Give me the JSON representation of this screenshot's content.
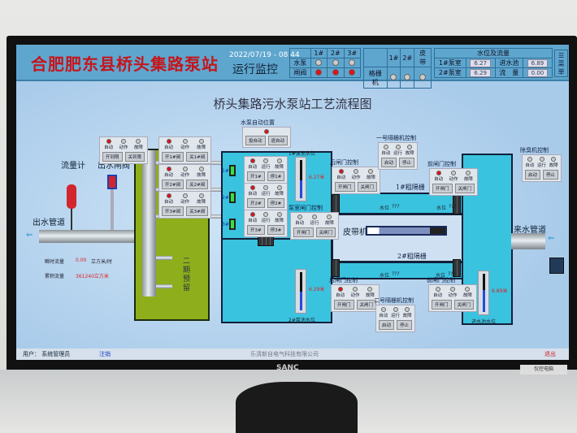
{
  "header": {
    "title": "合肥肥东县桥头集路泵站",
    "datetime": "2022/07/19 - 08  44",
    "mode": "运行监控"
  },
  "pump_table": {
    "cols": [
      "1#",
      "2#",
      "3#"
    ],
    "row_pump": "水泵",
    "row_valve": "闸阀",
    "pump_lamps": [
      false,
      false,
      false
    ],
    "valve_lamps": [
      true,
      true,
      true
    ]
  },
  "grille_table": {
    "cols": [
      "1#",
      "2#",
      "皮带"
    ],
    "label": "格栅机",
    "lamps": [
      false,
      false,
      false
    ]
  },
  "level_table": {
    "title": "水位及流量",
    "p1_label": "1#泵室",
    "p1": "6.27",
    "p2_label": "2#泵室",
    "p2": "6.29",
    "inlet_label": "进水池",
    "inlet": "6.89",
    "flow_label": "流　量",
    "flow": "0.00",
    "unit": "米"
  },
  "menu": {
    "label": "菜单",
    "icon": "menu-icon"
  },
  "page_title": "桥头集路污水泵站工艺流程图",
  "labels": {
    "flowmeter": "流量计",
    "outlet_valve": "出水闸阀",
    "outlet_pipe": "出水管道",
    "inlet_pipe": "来水管道",
    "phase2": "二期预留",
    "belt": "皮带机",
    "grille1": "1#粗隔栅",
    "grille2": "2#粗隔栅",
    "pump1": "1#",
    "pump2": "2#",
    "pump3": "3#",
    "water_level": "水位",
    "unknown": "???"
  },
  "flow": {
    "instant_label": "瞬时流量",
    "instant_value": "0.00",
    "instant_unit": "立方米/时",
    "total_label": "累积流量",
    "total_value": "361240立方米"
  },
  "gauges": [
    {
      "label": "1#泵池水位",
      "value": "6.27米",
      "level": 0.45
    },
    {
      "label": "2#泵池水位",
      "value": "6.29米",
      "level": 0.46
    },
    {
      "label": "进水池水位",
      "value": "6.89米",
      "level": 0.55
    }
  ],
  "panels": [
    {
      "title": "",
      "lamps": [
        {
          "t": "自动",
          "on": true
        },
        {
          "t": "动作",
          "on": false
        },
        {
          "t": "故障",
          "on": false
        }
      ],
      "buttons": [
        "开到限",
        "关到限"
      ]
    },
    {
      "title": "",
      "lamps": [
        {
          "t": "自动",
          "on": true
        },
        {
          "t": "动作",
          "on": false
        },
        {
          "t": "故障",
          "on": false
        }
      ],
      "buttons": [
        "开1#阀",
        "关1#阀"
      ]
    },
    {
      "title": "",
      "lamps": [
        {
          "t": "自动",
          "on": true
        },
        {
          "t": "动作",
          "on": false
        },
        {
          "t": "故障",
          "on": false
        }
      ],
      "buttons": [
        "开2#阀",
        "关2#阀"
      ]
    },
    {
      "title": "",
      "lamps": [
        {
          "t": "自动",
          "on": true
        },
        {
          "t": "动作",
          "on": false
        },
        {
          "t": "故障",
          "on": false
        }
      ],
      "buttons": [
        "开3#阀",
        "关3#阀"
      ]
    },
    {
      "title": "水泵自动位置",
      "lamps": [
        {
          "t": "",
          "on": true
        }
      ],
      "buttons": [
        "投自动",
        "退自动"
      ]
    },
    {
      "title": "",
      "lamps": [
        {
          "t": "自动",
          "on": true
        },
        {
          "t": "运行",
          "on": false
        },
        {
          "t": "故障",
          "on": false
        }
      ],
      "buttons": [
        "开1#",
        "停1#"
      ]
    },
    {
      "title": "",
      "lamps": [
        {
          "t": "自动",
          "on": true
        },
        {
          "t": "运行",
          "on": false
        },
        {
          "t": "故障",
          "on": false
        }
      ],
      "buttons": [
        "开2#",
        "停2#"
      ]
    },
    {
      "title": "",
      "lamps": [
        {
          "t": "自动",
          "on": true
        },
        {
          "t": "运行",
          "on": false
        },
        {
          "t": "故障",
          "on": false
        }
      ],
      "buttons": [
        "开3#",
        "停3#"
      ]
    },
    {
      "title": "泵室闸门控制",
      "lamps": [
        {
          "t": "自动",
          "on": false
        },
        {
          "t": "运行",
          "on": false
        },
        {
          "t": "故障",
          "on": false
        }
      ],
      "buttons": [
        "开闸门",
        "关闸门"
      ]
    },
    {
      "title": "后闸门控制",
      "lamps": [
        {
          "t": "自动",
          "on": true
        },
        {
          "t": "动作",
          "on": false
        },
        {
          "t": "故障",
          "on": false
        }
      ],
      "buttons": [
        "开闸门",
        "关闸门"
      ]
    },
    {
      "title": "一号隔栅机控制",
      "lamps": [
        {
          "t": "自动",
          "on": false
        },
        {
          "t": "运行",
          "on": false
        },
        {
          "t": "故障",
          "on": false
        }
      ],
      "buttons": [
        "启动",
        "停止"
      ]
    },
    {
      "title": "前闸门控制",
      "lamps": [
        {
          "t": "自动",
          "on": true
        },
        {
          "t": "动作",
          "on": false
        },
        {
          "t": "故障",
          "on": false
        }
      ],
      "buttons": [
        "开闸门",
        "关闸门"
      ]
    },
    {
      "title": "除臭机控制",
      "lamps": [
        {
          "t": "自动",
          "on": false
        },
        {
          "t": "运行",
          "on": false
        },
        {
          "t": "故障",
          "on": false
        }
      ],
      "buttons": [
        "启动",
        "停止"
      ]
    },
    {
      "title": "后闸门控制",
      "lamps": [
        {
          "t": "自动",
          "on": true
        },
        {
          "t": "动作",
          "on": false
        },
        {
          "t": "故障",
          "on": false
        }
      ],
      "buttons": [
        "开闸门",
        "关闸门"
      ]
    },
    {
      "title": "前闸门控制",
      "lamps": [
        {
          "t": "自动",
          "on": false
        },
        {
          "t": "动作",
          "on": false
        },
        {
          "t": "故障",
          "on": false
        }
      ],
      "buttons": [
        "开闸门",
        "关闸门"
      ]
    },
    {
      "title": "二号隔栅机控制",
      "lamps": [
        {
          "t": "自动",
          "on": false
        },
        {
          "t": "运行",
          "on": false
        },
        {
          "t": "故障",
          "on": false
        }
      ],
      "buttons": [
        "启动",
        "停止"
      ]
    }
  ],
  "status": {
    "user": "用户： 系统管理员",
    "logout": "注销",
    "company": "乐清新自电气科技有限公司",
    "exit": "退出"
  },
  "monitor": {
    "brand": "SANC",
    "sticker": "仅控电脑"
  }
}
